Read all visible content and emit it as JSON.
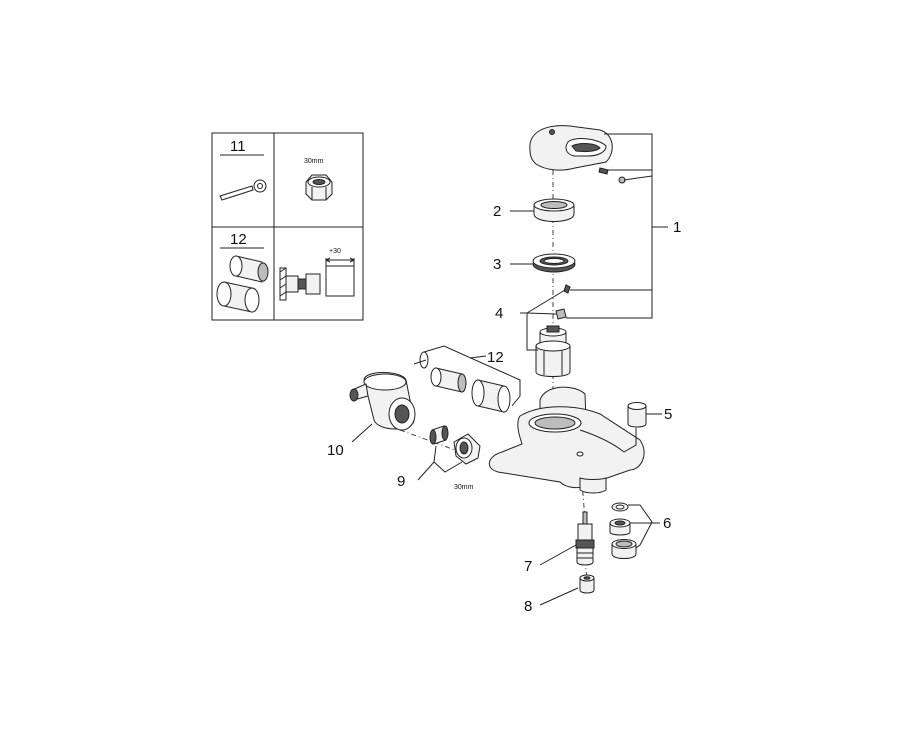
{
  "legend": {
    "cell_11_label": "11",
    "cell_12_label": "12",
    "nut_size": "30mm",
    "extension": "+30"
  },
  "callouts": {
    "c1": "1",
    "c2": "2",
    "c3": "3",
    "c4": "4",
    "c5": "5",
    "c6": "6",
    "c7": "7",
    "c8": "8",
    "c9": "9",
    "c10": "10",
    "c12": "12",
    "nut_size_9": "30mm"
  }
}
